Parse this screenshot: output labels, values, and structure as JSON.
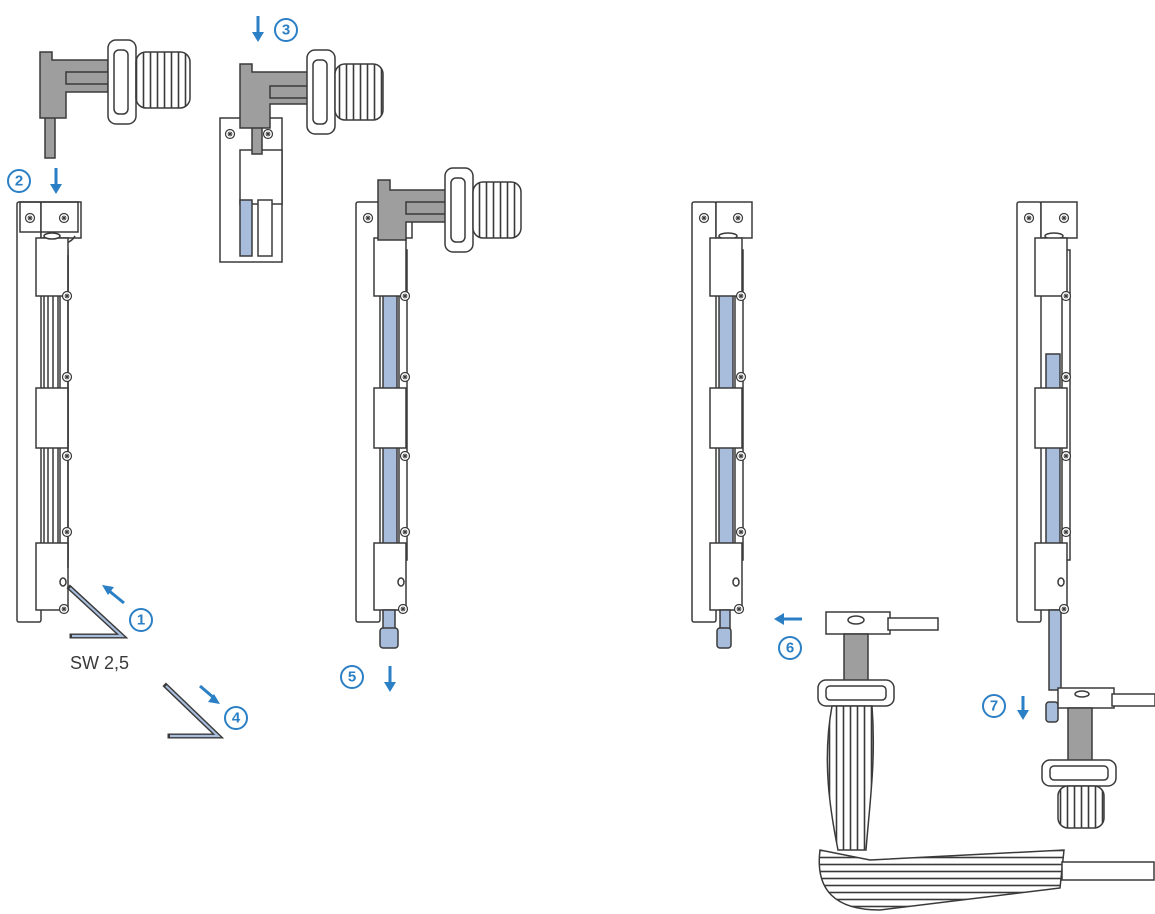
{
  "colors": {
    "accent": "#2b7fc4",
    "rod": "#a8bcdc",
    "outline": "#3a3a3a",
    "grey": "#9e9e9e",
    "white": "#ffffff"
  },
  "steps": [
    "1",
    "2",
    "3",
    "4",
    "5",
    "6",
    "7"
  ],
  "tool_label": "SW 2,5",
  "icons": [
    "arrow-icon",
    "hex-key-icon",
    "screw-icon",
    "handle-icon"
  ]
}
